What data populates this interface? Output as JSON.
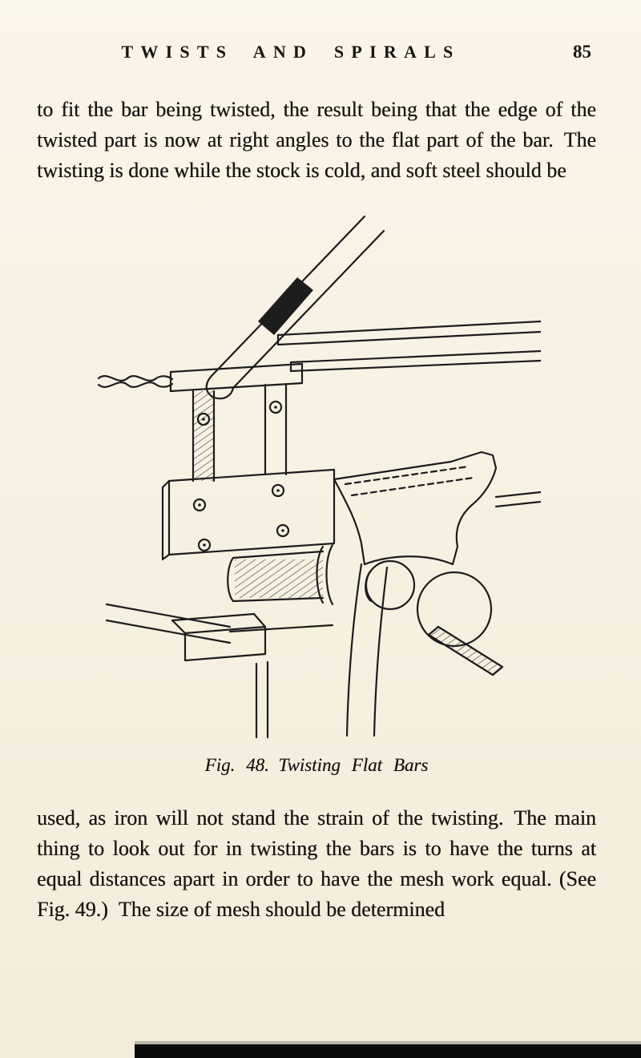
{
  "page": {
    "header": {
      "title": "TWISTS AND SPIRALS",
      "page_number": "85"
    },
    "body": {
      "paragraph_top": "to fit the bar being twisted, the result being that the edge of the twisted part is now at right angles to the flat part of the bar. The twisting is done while the stock is cold, and soft steel should be",
      "paragraph_bottom": "used, as iron will not stand the strain of the twisting. The main thing to look out for in twisting the bars is to have the turns at equal distances apart in order to have the mesh work equal. (See Fig. 49.) The size of mesh should be determined"
    },
    "figure": {
      "caption": "Fig. 48. Twisting Flat Bars"
    },
    "colors": {
      "paper": "#f6f0e0",
      "ink": "#1c1c1c"
    }
  }
}
